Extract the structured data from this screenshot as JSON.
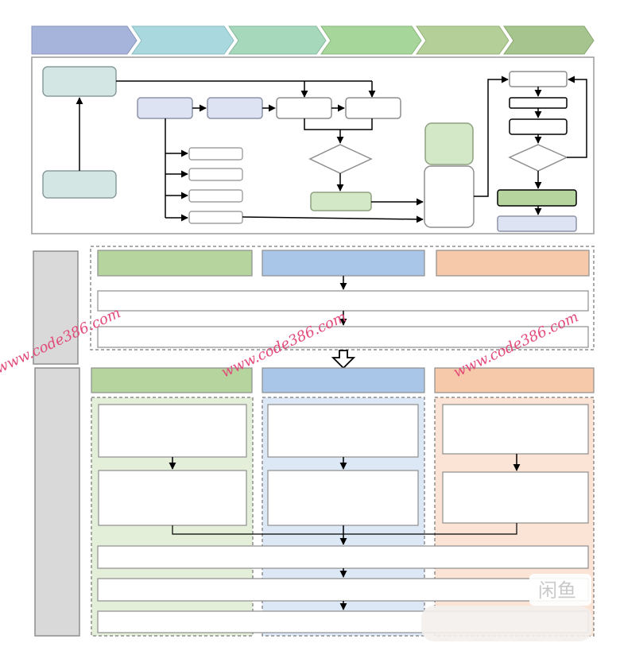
{
  "colors": {
    "stage": [
      "#a6b4dc",
      "#a9d9df",
      "#a6d8bc",
      "#a7d69a",
      "#b5cf98",
      "#a6c48e"
    ],
    "green": "#b5d49e",
    "blue": "#a9c6e8",
    "peach": "#f5c9a9",
    "gray": "#d9d9d9",
    "teal_light": "#d3e6e4",
    "lavender": "#dde3f2",
    "pale_green": "#d3e8c6",
    "mid_green": "#b5d49e",
    "watermark": "#e24a7a"
  },
  "watermarks": [
    "www.code386.com",
    "www.code386.com",
    "www.code386.com"
  ],
  "logo_text": "闲鱼"
}
